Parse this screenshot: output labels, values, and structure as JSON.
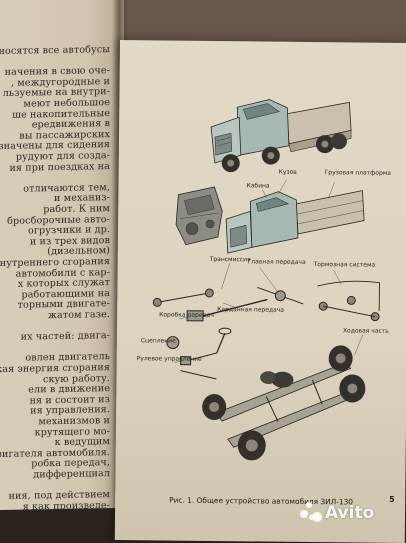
{
  "left_page": {
    "lines": [
      "носятся все автобусы",
      "",
      "начения в свою оче-",
      ", междугородные и",
      "льзуемые на внутри-",
      "меют небольшое",
      "ше накопительные",
      "ередвижения в",
      "вы пассажирских",
      "предназначены для сидения",
      "рудуют для созда-",
      "ия при поездках на",
      "",
      "отличаются тем,",
      "и механиз-",
      "работ. К ним",
      "бросборочные авто-",
      "огрузчики и др.",
      "и из трех видов",
      "(дизельном)",
      "внутреннего сгорания",
      "автомобили с кар-",
      "х которых служат",
      "работающими на",
      "торными двигате-",
      "жатом газе.",
      "",
      "их частей: двига-",
      "",
      "овлен двигатель",
      "кая энергия сгорания",
      "скую работу.",
      "ели в движение",
      "ня и состоит из",
      "ия управления.",
      "механизмов и",
      "крутящего мо-",
      "к ведущим",
      "двигателя автомобиля.",
      "робка передач,",
      "дифференциал",
      "",
      "ния, под действием",
      "я как произведе-"
    ]
  },
  "figure": {
    "labels": {
      "kuzov": "Кузов",
      "kabina": "Кабина",
      "platforma": "Грузовая платформа",
      "transmissiya": "Трансмиссия",
      "glavnaya_peredacha": "Главная передача",
      "tormoznaya_sistema": "Тормозная система",
      "kardannaya_peredacha": "Карданная передача",
      "korobka_peredach": "Коробка передач",
      "sceplenie": "Сцепление",
      "rulevoe_upravlenie": "Рулевое управление",
      "hodovaya_chast": "Ходовая часть"
    }
  },
  "caption": "Рис. 1. Общее устройство автомобиля ЗИЛ-130",
  "page_number": "5",
  "watermark": "Avito",
  "colors": {
    "page": "#e0d6c3",
    "ink": "#2a2520",
    "truck_cab": "#9fb4ad",
    "engine": "#8a8a82",
    "tire": "#33302c"
  }
}
